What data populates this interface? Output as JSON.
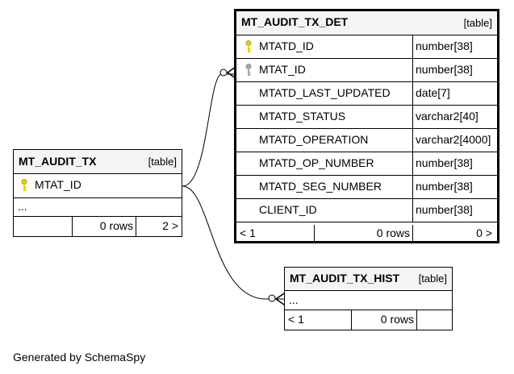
{
  "tables": {
    "det": {
      "name": "MT_AUDIT_TX_DET",
      "kind": "[table]",
      "columns": [
        {
          "name": "MTATD_ID",
          "type": "number[38]",
          "key": "primary"
        },
        {
          "name": "MTAT_ID",
          "type": "number[38]",
          "key": "foreign"
        },
        {
          "name": "MTATD_LAST_UPDATED",
          "type": "date[7]",
          "key": ""
        },
        {
          "name": "MTATD_STATUS",
          "type": "varchar2[40]",
          "key": ""
        },
        {
          "name": "MTATD_OPERATION",
          "type": "varchar2[4000]",
          "key": ""
        },
        {
          "name": "MTATD_OP_NUMBER",
          "type": "number[38]",
          "key": ""
        },
        {
          "name": "MTATD_SEG_NUMBER",
          "type": "number[38]",
          "key": ""
        },
        {
          "name": "CLIENT_ID",
          "type": "number[38]",
          "key": ""
        }
      ],
      "footer": {
        "parents": "< 1",
        "rows": "0 rows",
        "children": "0 >"
      }
    },
    "tx": {
      "name": "MT_AUDIT_TX",
      "kind": "[table]",
      "columns": [
        {
          "name": "MTAT_ID",
          "key": "primary"
        }
      ],
      "ellipsis": "...",
      "footer": {
        "parents": "",
        "rows": "0 rows",
        "children": "2 >"
      }
    },
    "hist": {
      "name": "MT_AUDIT_TX_HIST",
      "kind": "[table]",
      "ellipsis": "...",
      "footer": {
        "parents": "< 1",
        "rows": "0 rows",
        "children": ""
      }
    }
  },
  "colors": {
    "header_bg": "#f4f4f4",
    "primary_key": "#e8d000",
    "foreign_key": "#a9a9a9",
    "line": "#000000"
  },
  "generated_by": "Generated by SchemaSpy"
}
